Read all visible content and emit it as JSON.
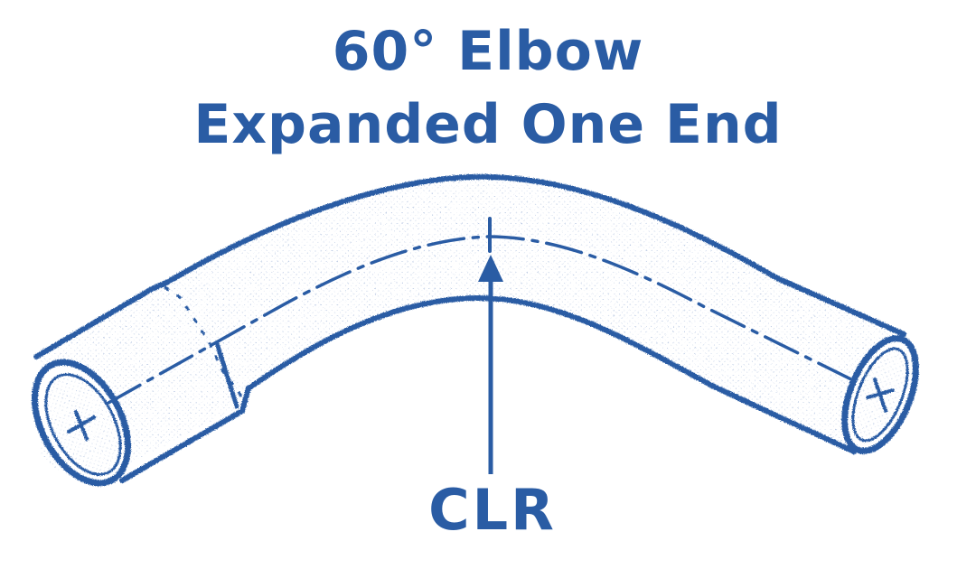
{
  "diagram": {
    "title_line_1": "60° Elbow",
    "title_line_2": "Expanded One End",
    "centerline_radius_label": "CLR",
    "ink_color": "#2a5ca4"
  }
}
